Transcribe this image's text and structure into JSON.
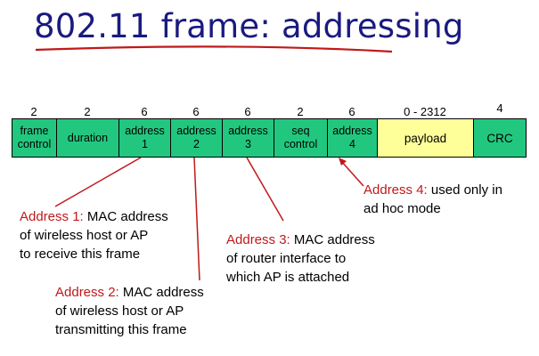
{
  "title": "802.11 frame: addressing",
  "fields": [
    {
      "size": "2",
      "label": "frame\ncontrol"
    },
    {
      "size": "2",
      "label": "duration"
    },
    {
      "size": "6",
      "label": "address\n1"
    },
    {
      "size": "6",
      "label": "address\n2"
    },
    {
      "size": "6",
      "label": "address\n3"
    },
    {
      "size": "2",
      "label": "seq\ncontrol"
    },
    {
      "size": "6",
      "label": "address\n4"
    },
    {
      "size": "0 - 2312",
      "label": "payload"
    },
    {
      "size": "4",
      "label": "CRC"
    }
  ],
  "notes": {
    "addr1": {
      "head": "Address 1:",
      "body": " MAC address\nof wireless host or AP\nto receive this frame"
    },
    "addr2": {
      "head": "Address 2:",
      "body": " MAC address\nof wireless host or AP\ntransmitting this frame"
    },
    "addr3": {
      "head": "Address 3:",
      "body": " MAC address\nof router interface to\nwhich AP is attached"
    },
    "addr4": {
      "head": "Address 4:",
      "body": " used only in\nad hoc mode"
    }
  },
  "colors": {
    "field": "#22c77f",
    "payload": "#ffff99",
    "title": "#1a1a80",
    "highlight": "#c0191a"
  }
}
